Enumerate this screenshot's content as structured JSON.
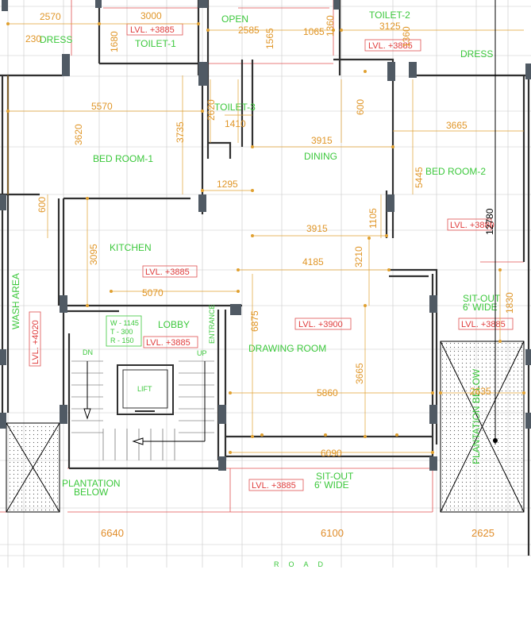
{
  "rooms": {
    "dress_left": "DRESS",
    "toilet_1": "TOILET-1",
    "open": "OPEN",
    "toilet_2": "TOILET-2",
    "dress_right": "DRESS",
    "toilet_3": "TOILET-3",
    "bed_room_1": "BED ROOM-1",
    "dining": "DINING",
    "bed_room_2": "BED ROOM-2",
    "kitchen": "KITCHEN",
    "wash_area": "WASH AREA",
    "lobby": "LOBBY",
    "entrance": "ENTRANCE",
    "drawing_room": "DRAWING ROOM",
    "sit_out_right": "SIT-OUT",
    "sit_out_right_width": "6' WIDE",
    "sit_out_bottom": "SIT-OUT",
    "sit_out_bottom_width": "6' WIDE",
    "plantation_left": "PLANTATION",
    "plantation_left_2": "BELOW",
    "plantation_right": "PLANTATION BELOW",
    "lift": "LIFT",
    "dn": "DN",
    "up": "UP",
    "road": "ROAD"
  },
  "stair_specs": {
    "w": "W - 1145",
    "t": "T - 300",
    "r": "R - 150"
  },
  "levels": {
    "toilet_1": "LVL. +3885",
    "toilet_2": "LVL. +3885",
    "kitchen": "LVL. +3885",
    "lobby": "LVL. +3885",
    "wash_area": "LVL. +4020",
    "drawing": "LVL. +3900",
    "sit_out_right": "LVL. +3885",
    "sit_out_bottom": "LVL. +3885",
    "bed_room_2": "LVL. +3880"
  },
  "dimensions": {
    "d2570": "2570",
    "d3000": "3000",
    "d2585": "2585",
    "d1065": "1065",
    "d3125": "3125",
    "d230": "230",
    "d1680": "1680",
    "d1565": "1565",
    "d1360": "1360",
    "d1360b": "1360",
    "d5570": "5570",
    "d600a": "600",
    "d2620": "2620",
    "d1410": "1410",
    "d3620": "3620",
    "d3735": "3735",
    "d3915a": "3915",
    "d3665a": "3665",
    "d5445": "5445",
    "d1295": "1295",
    "d600b": "600",
    "d3915b": "3915",
    "d1105": "1105",
    "d12780": "12780",
    "d3095": "3095",
    "d4185": "4185",
    "d3210": "3210",
    "d5070": "5070",
    "d6875": "6875",
    "d1830": "1830",
    "d3665b": "3665",
    "d5860": "5860",
    "d2635": "2635",
    "d6090": "6090",
    "d6640": "6640",
    "d6100": "6100",
    "d2625": "2625"
  }
}
